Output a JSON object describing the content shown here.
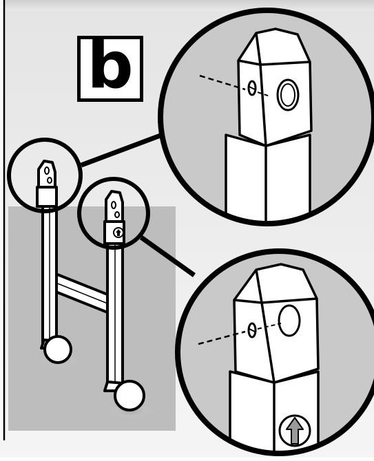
{
  "step": {
    "label": "b"
  },
  "colors": {
    "background_gradient_top": "#e6e6e6",
    "background_gradient_bottom": "#f4f4f4",
    "floor_shadow": "#bdbdbd",
    "detail_circle_fill": "#c9c9c9",
    "outline": "#000000",
    "part_fill": "#ffffff"
  },
  "illustration": {
    "subject": "h-shaped-leg-frame-with-casters",
    "details": [
      {
        "name": "upper-detail",
        "shows": "leg-tip-with-hole-and-button"
      },
      {
        "name": "lower-detail",
        "shows": "leg-tip-with-hole-button-and-up-arrow"
      }
    ],
    "icons": [
      "dashed-guide-line",
      "up-arrow-icon"
    ]
  }
}
